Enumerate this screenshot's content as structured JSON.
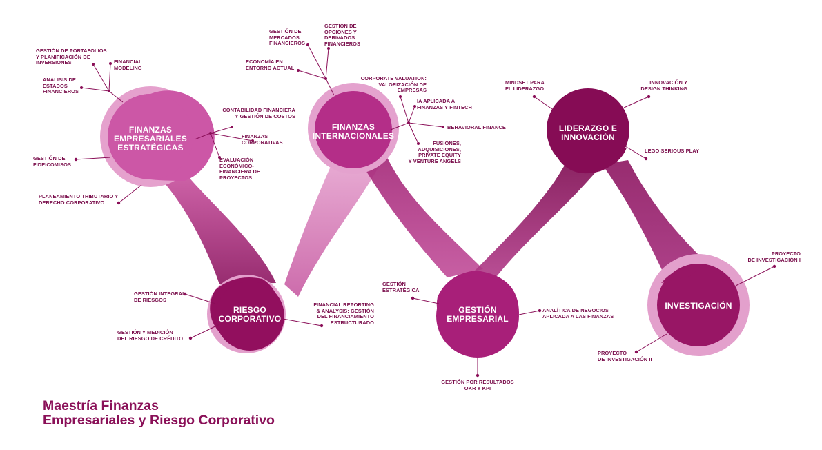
{
  "title": "Maestría Finanzas\nEmpresariales y Riesgo Corporativo",
  "colors": {
    "dark": "#8a0f58",
    "mid": "#b02e85",
    "light": "#d169b4",
    "ring": "#e6a5d2",
    "text": "#7a0f4c"
  },
  "nodes": {
    "finanzas_empresariales": "FINANZAS\nEMPRESARIALES\nESTRATÉGICAS",
    "riesgo_corporativo": "RIESGO\nCORPORATIVO",
    "finanzas_internacionales": "FINANZAS\nINTERNACIONALES",
    "gestion_empresarial": "GESTIÓN\nEMPRESARIAL",
    "liderazgo": "LIDERAZGO E\nINNOVACIÓN",
    "investigacion": "INVESTIGACIÓN"
  },
  "topics": {
    "portafolios": "GESTIÓN DE PORTAFOLIOS\nY PLANIFICACIÓN DE\nINVERSIONES",
    "financial_modeling": "FINANCIAL\nMODELING",
    "analisis_estados": "ANÁLISIS DE\nESTADOS\nFINANCIEROS",
    "contabilidad": "CONTABILIDAD FINANCIERA\nY GESTIÓN DE COSTOS",
    "finanzas_corporativas": "FINANZAS\nCORPORATIVAS",
    "evaluacion": "EVALUACIÓN\nECONÓMICO-\nFINANCIERA DE\nPROYECTOS",
    "fideicomisos": "GESTIÓN DE\nFIDEICOMISOS",
    "planeamiento": "PLANEAMIENTO TRIBUTARIO Y\nDERECHO CORPORATIVO",
    "gestion_integral": "GESTIÓN INTEGRAL\nDE RIESGOS",
    "medicion_riesgo": "GESTIÓN Y MEDICIÓN\nDEL RIESGO DE CRÉDITO",
    "financial_reporting": "FINANCIAL REPORTING\n& ANALYSIS: GESTIÓN\nDEL FINANCIAMIENTO\nESTRUCTURADO",
    "mercados": "GESTIÓN DE\nMERCADOS\nFINANCIEROS",
    "opciones": "GESTIÓN DE\nOPCIONES Y\nDERIVADOS\nFINANCIEROS",
    "economia": "ECONOMÍA EN\nENTORNO ACTUAL",
    "corporate_valuation": "CORPORATE VALUATION:\nVALORIZACIÓN DE\nEMPRESAS",
    "ia_fintech": "IA APLICADA A\nFINANZAS Y FINTECH",
    "behavioral": "BEHAVIORAL FINANCE",
    "fusiones": "FUSIONES,\nADQUISICIONES,\nPRIVATE EQUITY\nY VENTURE ANGELS",
    "gestion_estrategica": "GESTIÓN\nESTRATÉGICA",
    "analitica": "ANALÍTICA DE NEGOCIOS\nAPLICADA A LAS FINANZAS",
    "okr": "GESTIÓN POR RESULTADOS\nOKR Y KPI",
    "mindset": "MINDSET PARA\nEL LIDERAZGO",
    "innovacion": "INNOVACIÓN Y\nDESIGN THINKING",
    "lego": "LEGO SERIOUS PLAY",
    "investigacion_1": "PROYECTO\nDE INVESTIGACIÓN I",
    "investigacion_2": "PROYECTO\nDE INVESTIGACIÓN II"
  }
}
